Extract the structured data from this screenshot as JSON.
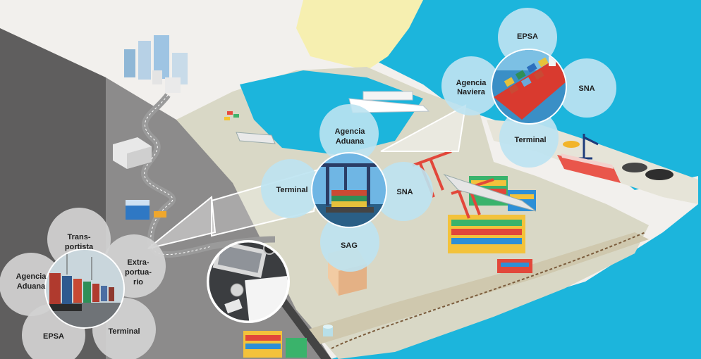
{
  "colors": {
    "sea": "#1cb5dc",
    "beach": "#f6efb0",
    "land": "#d9d8c6",
    "dark_ground": "#5f5e5e",
    "mid_ground": "#8c8b8b",
    "light_bg": "#f2f0ed",
    "bubble_blue": "#bde3f1",
    "bubble_gray": "#d2d2d2"
  },
  "ship_group": {
    "top": "EPSA",
    "left_line1": "Agencia",
    "left_line2": "Naviera",
    "right": "SNA",
    "bottom": "Terminal"
  },
  "terminal_group": {
    "top_line1": "Agencia",
    "top_line2": "Aduana",
    "left": "Terminal",
    "right": "SNA",
    "bottom": "SAG"
  },
  "truck_group": {
    "top_line1": "Trans-",
    "top_line2": "portista",
    "right_line1": "Extra-",
    "right_line2": "portua-",
    "right_line3": "rio",
    "left_line1": "Agencia",
    "left_line2": "Aduana",
    "bottom_left": "EPSA",
    "bottom_right": "Terminal"
  },
  "icons": [
    "cargo-ship-icon",
    "container-crane-icon",
    "container-truck-icon",
    "office-documents-icon",
    "cruise-ship-icon",
    "city-buildings-icon",
    "warehouse-icon"
  ]
}
